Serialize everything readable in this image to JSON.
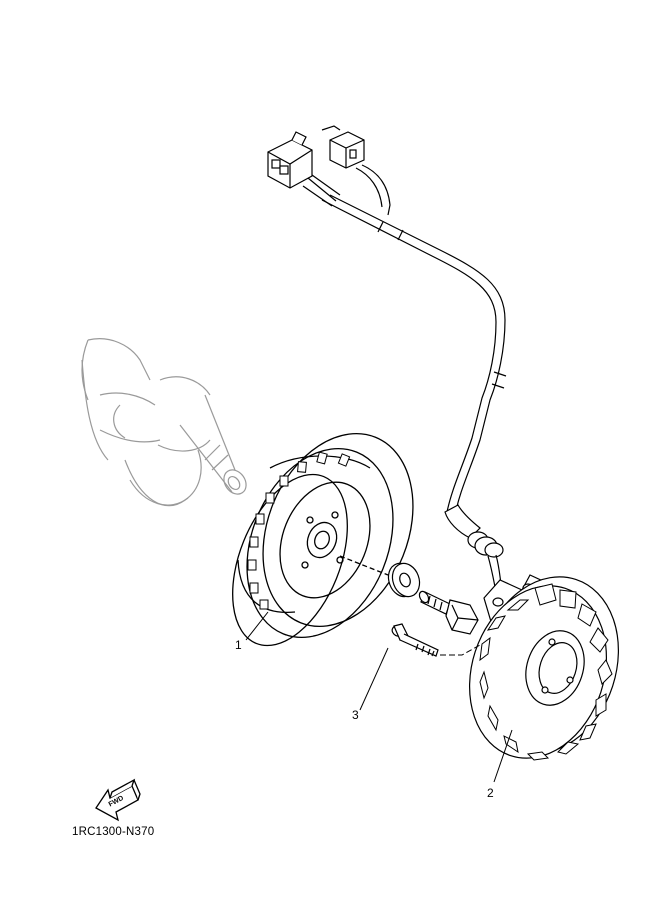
{
  "callouts": {
    "flywheel": "1",
    "stator": "2",
    "bolt": "3"
  },
  "fwd_label": "FWD",
  "figure_code": "1RC1300-N370",
  "colors": {
    "line": "#000000",
    "light": "#9a9a9a",
    "paper": "#ffffff"
  }
}
